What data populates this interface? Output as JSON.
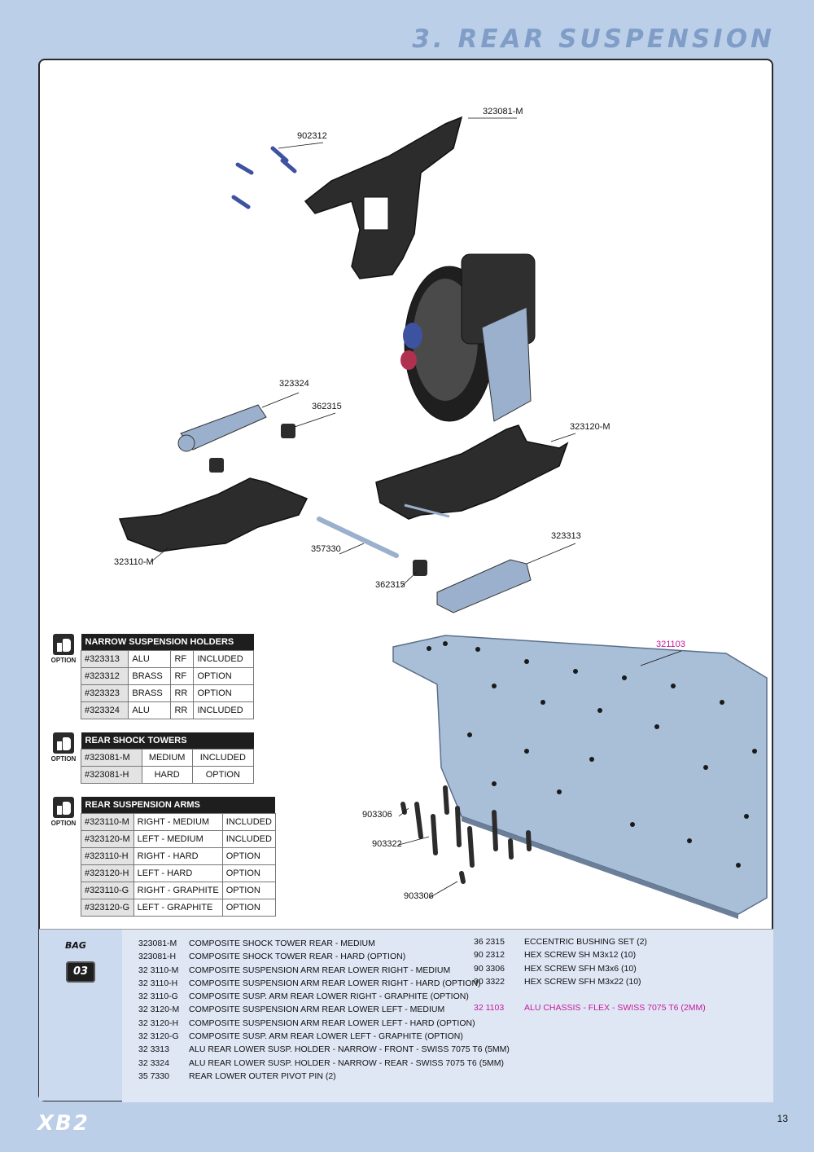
{
  "header": {
    "title": "3. REAR SUSPENSION"
  },
  "labels": {
    "l323081m": "323081-M",
    "l902312": "902312",
    "l323324": "323324",
    "l362315a": "362315",
    "l323120m": "323120-M",
    "l323313": "323313",
    "l357330": "357330",
    "l323110m": "323110-M",
    "l362315b": "362315",
    "l321103": "321103",
    "l903306a": "903306",
    "l903322": "903322",
    "l903306b": "903306"
  },
  "option_icon_text": "OPTION",
  "tables": [
    {
      "title": "NARROW SUSPENSION HOLDERS",
      "rows": [
        [
          "#323313",
          "ALU",
          "RF",
          "INCLUDED"
        ],
        [
          "#323312",
          "BRASS",
          "RF",
          "OPTION"
        ],
        [
          "#323323",
          "BRASS",
          "RR",
          "OPTION"
        ],
        [
          "#323324",
          "ALU",
          "RR",
          "INCLUDED"
        ]
      ]
    },
    {
      "title": "REAR SHOCK TOWERS",
      "rows": [
        [
          "#323081-M",
          "MEDIUM",
          "INCLUDED"
        ],
        [
          "#323081-H",
          "HARD",
          "OPTION"
        ]
      ]
    },
    {
      "title": "REAR SUSPENSION ARMS",
      "rows": [
        [
          "#323110-M",
          "RIGHT - MEDIUM",
          "INCLUDED"
        ],
        [
          "#323120-M",
          "LEFT - MEDIUM",
          "INCLUDED"
        ],
        [
          "#323110-H",
          "RIGHT - HARD",
          "OPTION"
        ],
        [
          "#323120-H",
          "LEFT - HARD",
          "OPTION"
        ],
        [
          "#323110-G",
          "RIGHT - GRAPHITE",
          "OPTION"
        ],
        [
          "#323120-G",
          "LEFT - GRAPHITE",
          "OPTION"
        ]
      ]
    }
  ],
  "bag": {
    "label": "BAG",
    "number": "03"
  },
  "parts_left": [
    {
      "code": "323081-M",
      "desc": "COMPOSITE SHOCK TOWER REAR - MEDIUM"
    },
    {
      "code": "323081-H",
      "desc": "COMPOSITE SHOCK TOWER REAR - HARD (OPTION)"
    },
    {
      "code": "32 3110-M",
      "desc": "COMPOSITE SUSPENSION ARM REAR LOWER RIGHT - MEDIUM"
    },
    {
      "code": "32 3110-H",
      "desc": "COMPOSITE SUSPENSION ARM REAR LOWER RIGHT - HARD (OPTION)"
    },
    {
      "code": "32 3110-G",
      "desc": "COMPOSITE SUSP. ARM REAR LOWER RIGHT - GRAPHITE (OPTION)"
    },
    {
      "code": "32 3120-M",
      "desc": "COMPOSITE SUSPENSION ARM REAR LOWER LEFT - MEDIUM"
    },
    {
      "code": "32 3120-H",
      "desc": "COMPOSITE SUSPENSION ARM REAR LOWER LEFT - HARD (OPTION)"
    },
    {
      "code": "32 3120-G",
      "desc": "COMPOSITE SUSP. ARM REAR LOWER LEFT - GRAPHITE (OPTION)"
    },
    {
      "code": "32 3313",
      "desc": "ALU REAR LOWER SUSP. HOLDER - NARROW - FRONT - SWISS 7075 T6 (5MM)"
    },
    {
      "code": "32 3324",
      "desc": "ALU REAR LOWER SUSP. HOLDER - NARROW - REAR - SWISS 7075 T6 (5MM)"
    },
    {
      "code": "35 7330",
      "desc": "REAR LOWER OUTER PIVOT PIN (2)"
    }
  ],
  "parts_right": [
    {
      "code": "36 2315",
      "desc": "ECCENTRIC BUSHING SET (2)"
    },
    {
      "code": "90 2312",
      "desc": "HEX SCREW SH M3x12 (10)"
    },
    {
      "code": "90 3306",
      "desc": "HEX SCREW SFH M3x6 (10)"
    },
    {
      "code": "90 3322",
      "desc": "HEX SCREW SFH M3x22 (10)"
    },
    {
      "code": "",
      "desc": ""
    },
    {
      "code": "32 1103",
      "desc": "ALU CHASSIS - FLEX - SWISS 7075 T6 (2MM)"
    }
  ],
  "footer": {
    "brand": "XB2",
    "page": "13"
  },
  "colors": {
    "background": "#bccfe9",
    "title": "#7f9dc7",
    "highlight": "#c6199b",
    "chassis": "#a9bfd8"
  }
}
